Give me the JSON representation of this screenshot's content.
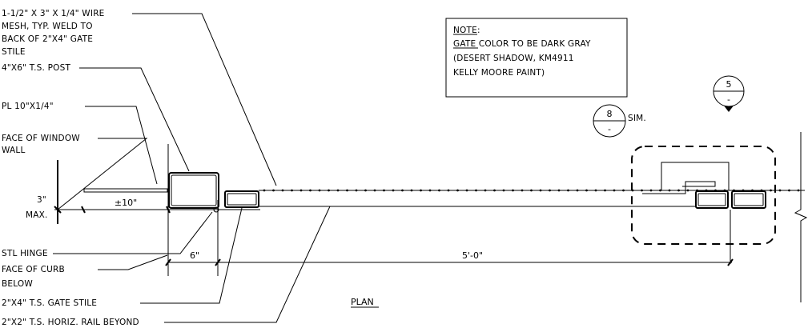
{
  "callouts": {
    "wire_mesh": [
      "1-1/2\" X 3\" X 1/4\" WIRE",
      "MESH, TYP.  WELD TO",
      "BACK OF 2\"X4\"  GATE",
      "STILE"
    ],
    "ts_post": "4\"X6\" T.S. POST",
    "plate": "PL 10\"X1/4\"",
    "window_wall": [
      "FACE OF WINDOW",
      "WALL"
    ],
    "three_max": [
      "3\"",
      "MAX."
    ],
    "stl_hinge": "STL HINGE",
    "curb": [
      "FACE OF CURB",
      "BELOW"
    ],
    "gate_stile": "2\"X4\" T.S. GATE STILE",
    "horiz_rail": "2\"X2\" T.S. HORIZ. RAIL BEYOND"
  },
  "note": {
    "heading": "NOTE:",
    "lines": [
      "GATE COLOR TO BE DARK GRAY",
      "(DESERT SHADOW, KM4911",
      "KELLY MOORE PAINT)"
    ]
  },
  "dimensions": {
    "ten": "±10\"",
    "six": "6\"",
    "five_ft": "5'-0\""
  },
  "detail_refs": [
    {
      "number": "8",
      "sheet": "-",
      "suffix": "SIM."
    },
    {
      "number": "5",
      "sheet": "-"
    }
  ],
  "plan_title": "PLAN"
}
